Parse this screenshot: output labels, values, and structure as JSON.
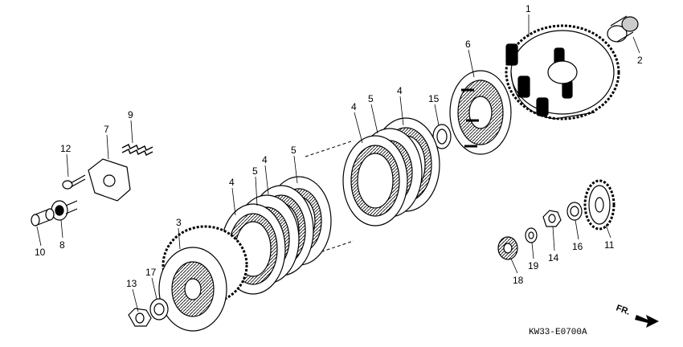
{
  "diagram": {
    "code": "KW33-E0700A",
    "front_label": "FR.",
    "callouts": [
      {
        "id": "c1",
        "label": "1"
      },
      {
        "id": "c2",
        "label": "2"
      },
      {
        "id": "c3",
        "label": "3"
      },
      {
        "id": "c4a",
        "label": "4"
      },
      {
        "id": "c4b",
        "label": "4"
      },
      {
        "id": "c4c",
        "label": "4"
      },
      {
        "id": "c4d",
        "label": "4"
      },
      {
        "id": "c5a",
        "label": "5"
      },
      {
        "id": "c5b",
        "label": "5"
      },
      {
        "id": "c5c",
        "label": "5"
      },
      {
        "id": "c6",
        "label": "6"
      },
      {
        "id": "c7",
        "label": "7"
      },
      {
        "id": "c8",
        "label": "8"
      },
      {
        "id": "c9",
        "label": "9"
      },
      {
        "id": "c10",
        "label": "10"
      },
      {
        "id": "c11",
        "label": "11"
      },
      {
        "id": "c12",
        "label": "12"
      },
      {
        "id": "c13",
        "label": "13"
      },
      {
        "id": "c14",
        "label": "14"
      },
      {
        "id": "c15",
        "label": "15"
      },
      {
        "id": "c16",
        "label": "16"
      },
      {
        "id": "c17",
        "label": "17"
      },
      {
        "id": "c18",
        "label": "18"
      },
      {
        "id": "c19",
        "label": "19"
      }
    ]
  }
}
